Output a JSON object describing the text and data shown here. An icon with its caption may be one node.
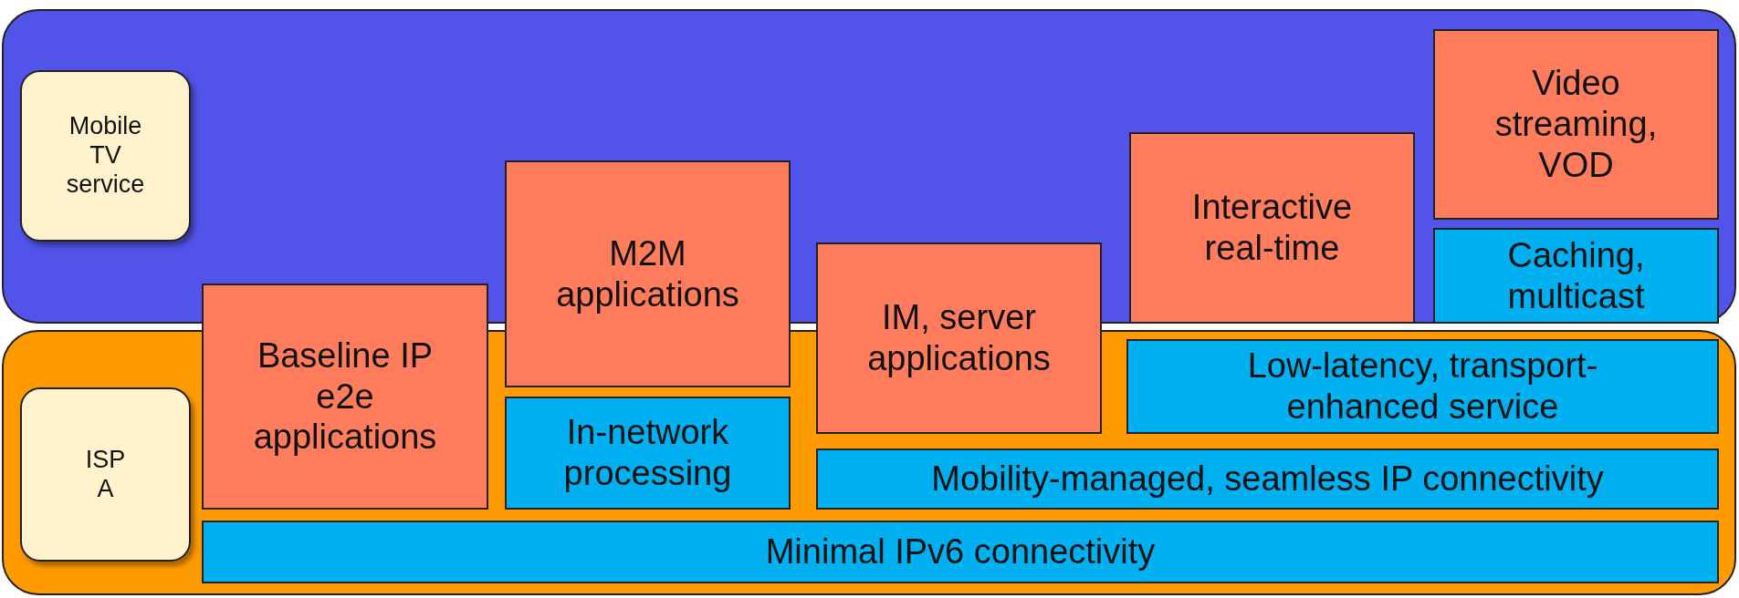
{
  "diagram": {
    "nodes": [
      {
        "text": [],
        "shape": "box"
      },
      {
        "text": [
          "Mobile TV service"
        ],
        "in": 0
      },
      {
        "text": [
          "Video streaming, VOD"
        ],
        "in": 0
      },
      {
        "text": [
          "Interactive real-time"
        ],
        "in": 0
      },
      {
        "text": [
          "Caching, multicast"
        ],
        "in": 0
      },
      {
        "text": [],
        "shape": "box"
      },
      {
        "text": [
          "M2M applications"
        ]
      },
      {
        "text": [
          "IM, server applications"
        ]
      },
      {
        "text": [
          "Baseline IP e2e applications"
        ]
      },
      {
        "text": [
          "Low-latency, transport-enhanced service"
        ],
        "in": 5
      },
      {
        "text": [
          "In-network processing"
        ],
        "in": 5
      },
      {
        "text": [
          "ISP A"
        ],
        "in": 5
      },
      {
        "text": [
          "Mobility-managed, seamless IP connectivity"
        ],
        "in": 5
      },
      {
        "text": [
          "Minimal IPv6 connectivity"
        ],
        "in": 5
      }
    ]
  }
}
